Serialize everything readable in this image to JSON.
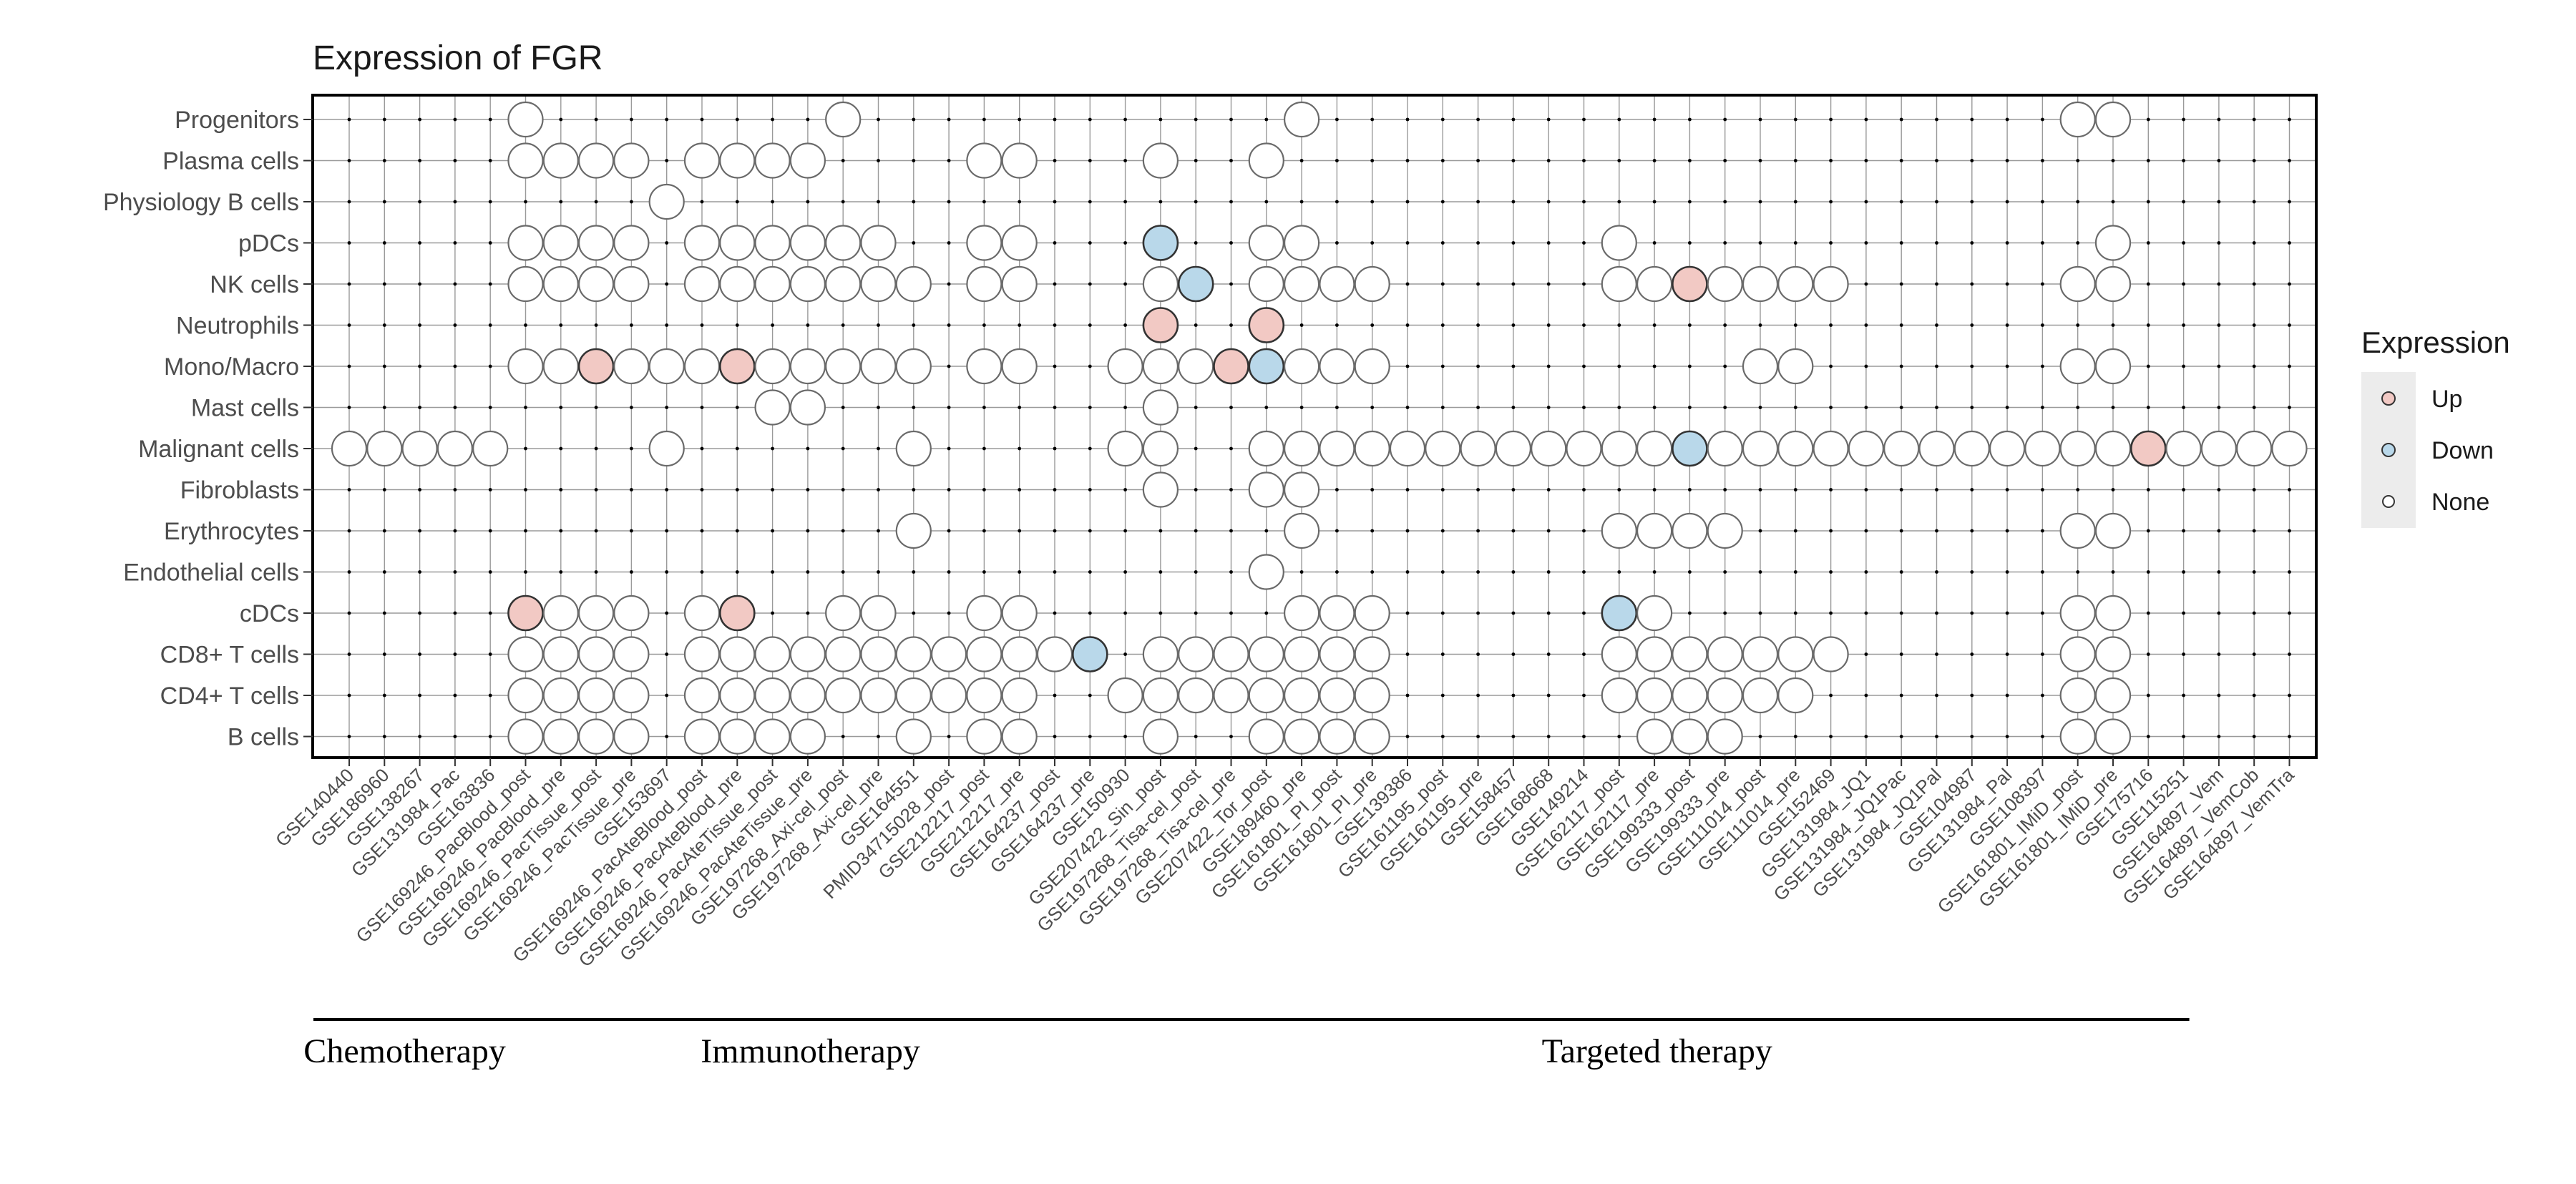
{
  "chart_data": {
    "type": "dot-matrix",
    "title": "Expression of FGR",
    "legend": {
      "title": "Expression",
      "position": "right",
      "entries": [
        {
          "label": "Up",
          "color": "#f2c9c4"
        },
        {
          "label": "Down",
          "color": "#b9d8ea"
        },
        {
          "label": "None",
          "color": "#ffffff"
        }
      ]
    },
    "colors": {
      "Up": "#f2c9c4",
      "Down": "#b9d8ea",
      "None": "#ffffff"
    },
    "cell_types": [
      "Progenitors",
      "Plasma cells",
      "Physiology B cells",
      "pDCs",
      "NK cells",
      "Neutrophils",
      "Mono/Macro",
      "Mast cells",
      "Malignant cells",
      "Fibroblasts",
      "Erythrocytes",
      "Endothelial cells",
      "cDCs",
      "CD8+ T cells",
      "CD4+ T cells",
      "B cells"
    ],
    "datasets": [
      "GSE140440",
      "GSE186960",
      "GSE138267",
      "GSE131984_Pac",
      "GSE163836",
      "GSE169246_PacBlood_post",
      "GSE169246_PacBlood_pre",
      "GSE169246_PacTissue_post",
      "GSE169246_PacTissue_pre",
      "GSE153697",
      "GSE169246_PacAteBlood_post",
      "GSE169246_PacAteBlood_pre",
      "GSE169246_PacAteTissue_post",
      "GSE169246_PacAteTissue_pre",
      "GSE197268_Axi-cel_post",
      "GSE197268_Axi-cel_pre",
      "GSE164551",
      "PMID34715028_post",
      "GSE212217_post",
      "GSE212217_pre",
      "GSE164237_post",
      "GSE164237_pre",
      "GSE150930",
      "GSE207422_Sin_post",
      "GSE197268_Tisa-cel_post",
      "GSE197268_Tisa-cel_pre",
      "GSE207422_Tor_post",
      "GSE189460_pre",
      "GSE161801_PI_post",
      "GSE161801_PI_pre",
      "GSE139386",
      "GSE161195_post",
      "GSE161195_pre",
      "GSE158457",
      "GSE168668",
      "GSE149214",
      "GSE162117_post",
      "GSE162117_pre",
      "GSE199333_post",
      "GSE199333_pre",
      "GSE111014_post",
      "GSE111014_pre",
      "GSE152469",
      "GSE131984_JQ1",
      "GSE131984_JQ1Pac",
      "GSE131984_JQ1Pal",
      "GSE104987",
      "GSE131984_Pal",
      "GSE108397",
      "GSE161801_IMiD_post",
      "GSE161801_IMiD_pre",
      "GSE175716",
      "GSE115251",
      "GSE164897_Vem",
      "GSE164897_VemCob",
      "GSE164897_VemTra"
    ],
    "groups": [
      {
        "label": "Chemotherapy",
        "from": 0,
        "to": 4
      },
      {
        "label": "Immunotherapy",
        "from": 5,
        "to": 22
      },
      {
        "label": "Targeted therapy",
        "from": 23,
        "to": 52
      }
    ],
    "points": [
      [
        "Progenitors",
        [
          [
            6,
            "None"
          ],
          [
            15,
            "None"
          ],
          [
            28,
            "None"
          ],
          [
            50,
            "None"
          ],
          [
            51,
            "None"
          ]
        ]
      ],
      [
        "Plasma cells",
        [
          [
            6,
            "None"
          ],
          [
            7,
            "None"
          ],
          [
            8,
            "None"
          ],
          [
            9,
            "None"
          ],
          [
            11,
            "None"
          ],
          [
            12,
            "None"
          ],
          [
            13,
            "None"
          ],
          [
            14,
            "None"
          ],
          [
            19,
            "None"
          ],
          [
            20,
            "None"
          ],
          [
            24,
            "None"
          ],
          [
            27,
            "None"
          ]
        ]
      ],
      [
        "Physiology B cells",
        [
          [
            10,
            "None"
          ]
        ]
      ],
      [
        "pDCs",
        [
          [
            6,
            "None"
          ],
          [
            7,
            "None"
          ],
          [
            8,
            "None"
          ],
          [
            9,
            "None"
          ],
          [
            11,
            "None"
          ],
          [
            12,
            "None"
          ],
          [
            13,
            "None"
          ],
          [
            14,
            "None"
          ],
          [
            15,
            "None"
          ],
          [
            16,
            "None"
          ],
          [
            19,
            "None"
          ],
          [
            20,
            "None"
          ],
          [
            24,
            "Down"
          ],
          [
            27,
            "None"
          ],
          [
            28,
            "None"
          ],
          [
            37,
            "None"
          ],
          [
            51,
            "None"
          ]
        ]
      ],
      [
        "NK cells",
        [
          [
            6,
            "None"
          ],
          [
            7,
            "None"
          ],
          [
            8,
            "None"
          ],
          [
            9,
            "None"
          ],
          [
            11,
            "None"
          ],
          [
            12,
            "None"
          ],
          [
            13,
            "None"
          ],
          [
            14,
            "None"
          ],
          [
            15,
            "None"
          ],
          [
            16,
            "None"
          ],
          [
            17,
            "None"
          ],
          [
            19,
            "None"
          ],
          [
            20,
            "None"
          ],
          [
            24,
            "None"
          ],
          [
            25,
            "Down"
          ],
          [
            27,
            "None"
          ],
          [
            28,
            "None"
          ],
          [
            29,
            "None"
          ],
          [
            30,
            "None"
          ],
          [
            37,
            "None"
          ],
          [
            38,
            "None"
          ],
          [
            39,
            "Up"
          ],
          [
            40,
            "None"
          ],
          [
            41,
            "None"
          ],
          [
            42,
            "None"
          ],
          [
            43,
            "None"
          ],
          [
            50,
            "None"
          ],
          [
            51,
            "None"
          ]
        ]
      ],
      [
        "Neutrophils",
        [
          [
            24,
            "Up"
          ],
          [
            27,
            "Up"
          ]
        ]
      ],
      [
        "Mono/Macro",
        [
          [
            6,
            "None"
          ],
          [
            7,
            "None"
          ],
          [
            8,
            "Up"
          ],
          [
            9,
            "None"
          ],
          [
            10,
            "None"
          ],
          [
            11,
            "None"
          ],
          [
            12,
            "Up"
          ],
          [
            13,
            "None"
          ],
          [
            14,
            "None"
          ],
          [
            15,
            "None"
          ],
          [
            16,
            "None"
          ],
          [
            17,
            "None"
          ],
          [
            19,
            "None"
          ],
          [
            20,
            "None"
          ],
          [
            23,
            "None"
          ],
          [
            24,
            "None"
          ],
          [
            25,
            "None"
          ],
          [
            26,
            "Up"
          ],
          [
            27,
            "Down"
          ],
          [
            28,
            "None"
          ],
          [
            29,
            "None"
          ],
          [
            30,
            "None"
          ],
          [
            41,
            "None"
          ],
          [
            42,
            "None"
          ],
          [
            50,
            "None"
          ],
          [
            51,
            "None"
          ]
        ]
      ],
      [
        "Mast cells",
        [
          [
            13,
            "None"
          ],
          [
            14,
            "None"
          ],
          [
            24,
            "None"
          ]
        ]
      ],
      [
        "Malignant cells",
        [
          [
            1,
            "None"
          ],
          [
            2,
            "None"
          ],
          [
            3,
            "None"
          ],
          [
            4,
            "None"
          ],
          [
            5,
            "None"
          ],
          [
            10,
            "None"
          ],
          [
            17,
            "None"
          ],
          [
            23,
            "None"
          ],
          [
            24,
            "None"
          ],
          [
            27,
            "None"
          ],
          [
            28,
            "None"
          ],
          [
            29,
            "None"
          ],
          [
            30,
            "None"
          ],
          [
            31,
            "None"
          ],
          [
            32,
            "None"
          ],
          [
            33,
            "None"
          ],
          [
            34,
            "None"
          ],
          [
            35,
            "None"
          ],
          [
            36,
            "None"
          ],
          [
            37,
            "None"
          ],
          [
            38,
            "None"
          ],
          [
            39,
            "Down"
          ],
          [
            40,
            "None"
          ],
          [
            41,
            "None"
          ],
          [
            42,
            "None"
          ],
          [
            43,
            "None"
          ],
          [
            44,
            "None"
          ],
          [
            45,
            "None"
          ],
          [
            46,
            "None"
          ],
          [
            47,
            "None"
          ],
          [
            48,
            "None"
          ],
          [
            49,
            "None"
          ],
          [
            50,
            "None"
          ],
          [
            51,
            "None"
          ],
          [
            52,
            "Up"
          ],
          [
            53,
            "None"
          ],
          [
            54,
            "None"
          ],
          [
            55,
            "None"
          ],
          [
            56,
            "None"
          ]
        ]
      ],
      [
        "Fibroblasts",
        [
          [
            24,
            "None"
          ],
          [
            27,
            "None"
          ],
          [
            28,
            "None"
          ]
        ]
      ],
      [
        "Erythrocytes",
        [
          [
            17,
            "None"
          ],
          [
            28,
            "None"
          ],
          [
            37,
            "None"
          ],
          [
            38,
            "None"
          ],
          [
            39,
            "None"
          ],
          [
            40,
            "None"
          ],
          [
            50,
            "None"
          ],
          [
            51,
            "None"
          ]
        ]
      ],
      [
        "Endothelial cells",
        [
          [
            27,
            "None"
          ]
        ]
      ],
      [
        "cDCs",
        [
          [
            6,
            "Up"
          ],
          [
            7,
            "None"
          ],
          [
            8,
            "None"
          ],
          [
            9,
            "None"
          ],
          [
            11,
            "None"
          ],
          [
            12,
            "Up"
          ],
          [
            15,
            "None"
          ],
          [
            16,
            "None"
          ],
          [
            19,
            "None"
          ],
          [
            20,
            "None"
          ],
          [
            28,
            "None"
          ],
          [
            29,
            "None"
          ],
          [
            30,
            "None"
          ],
          [
            37,
            "Down"
          ],
          [
            38,
            "None"
          ],
          [
            50,
            "None"
          ],
          [
            51,
            "None"
          ]
        ]
      ],
      [
        "CD8+ T cells",
        [
          [
            6,
            "None"
          ],
          [
            7,
            "None"
          ],
          [
            8,
            "None"
          ],
          [
            9,
            "None"
          ],
          [
            11,
            "None"
          ],
          [
            12,
            "None"
          ],
          [
            13,
            "None"
          ],
          [
            14,
            "None"
          ],
          [
            15,
            "None"
          ],
          [
            16,
            "None"
          ],
          [
            17,
            "None"
          ],
          [
            18,
            "None"
          ],
          [
            19,
            "None"
          ],
          [
            20,
            "None"
          ],
          [
            21,
            "None"
          ],
          [
            22,
            "Down"
          ],
          [
            24,
            "None"
          ],
          [
            25,
            "None"
          ],
          [
            26,
            "None"
          ],
          [
            27,
            "None"
          ],
          [
            28,
            "None"
          ],
          [
            29,
            "None"
          ],
          [
            30,
            "None"
          ],
          [
            37,
            "None"
          ],
          [
            38,
            "None"
          ],
          [
            39,
            "None"
          ],
          [
            40,
            "None"
          ],
          [
            41,
            "None"
          ],
          [
            42,
            "None"
          ],
          [
            43,
            "None"
          ],
          [
            50,
            "None"
          ],
          [
            51,
            "None"
          ]
        ]
      ],
      [
        "CD4+ T cells",
        [
          [
            6,
            "None"
          ],
          [
            7,
            "None"
          ],
          [
            8,
            "None"
          ],
          [
            9,
            "None"
          ],
          [
            11,
            "None"
          ],
          [
            12,
            "None"
          ],
          [
            13,
            "None"
          ],
          [
            14,
            "None"
          ],
          [
            15,
            "None"
          ],
          [
            16,
            "None"
          ],
          [
            17,
            "None"
          ],
          [
            18,
            "None"
          ],
          [
            19,
            "None"
          ],
          [
            20,
            "None"
          ],
          [
            23,
            "None"
          ],
          [
            24,
            "None"
          ],
          [
            25,
            "None"
          ],
          [
            26,
            "None"
          ],
          [
            27,
            "None"
          ],
          [
            28,
            "None"
          ],
          [
            29,
            "None"
          ],
          [
            30,
            "None"
          ],
          [
            37,
            "None"
          ],
          [
            38,
            "None"
          ],
          [
            39,
            "None"
          ],
          [
            40,
            "None"
          ],
          [
            41,
            "None"
          ],
          [
            42,
            "None"
          ],
          [
            50,
            "None"
          ],
          [
            51,
            "None"
          ]
        ]
      ],
      [
        "B cells",
        [
          [
            6,
            "None"
          ],
          [
            7,
            "None"
          ],
          [
            8,
            "None"
          ],
          [
            9,
            "None"
          ],
          [
            11,
            "None"
          ],
          [
            12,
            "None"
          ],
          [
            13,
            "None"
          ],
          [
            14,
            "None"
          ],
          [
            17,
            "None"
          ],
          [
            19,
            "None"
          ],
          [
            20,
            "None"
          ],
          [
            24,
            "None"
          ],
          [
            27,
            "None"
          ],
          [
            28,
            "None"
          ],
          [
            29,
            "None"
          ],
          [
            30,
            "None"
          ],
          [
            38,
            "None"
          ],
          [
            39,
            "None"
          ],
          [
            40,
            "None"
          ],
          [
            50,
            "None"
          ],
          [
            51,
            "None"
          ]
        ]
      ]
    ]
  }
}
